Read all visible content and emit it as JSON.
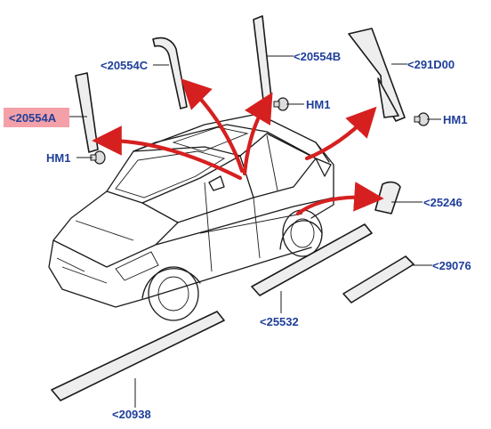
{
  "labels": {
    "a_pillar_front": "<20554A",
    "a_pillar_mid": "<20554C",
    "b_pillar": "<20554B",
    "c_pillar": "<291D00",
    "clip_left": "HM1",
    "clip_b": "HM1",
    "clip_c": "HM1",
    "wheel_arch": "<25246",
    "rear_molding": "<29076",
    "rear_door_molding": "<25532",
    "front_door_molding": "<20938"
  },
  "colors": {
    "label_text": "#1f3f9a",
    "highlight": "#f4a0a8",
    "arrow": "#d62020"
  }
}
